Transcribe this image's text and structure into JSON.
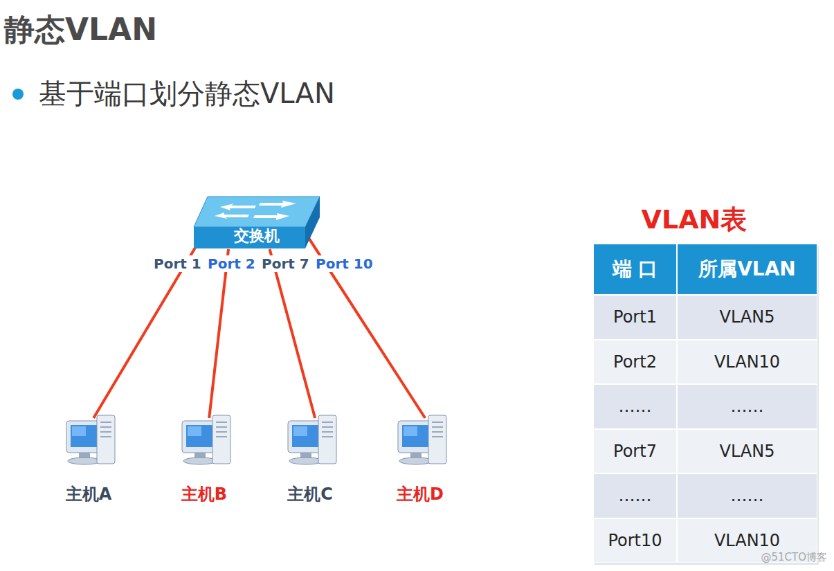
{
  "diagram": {
    "title": "静态VLAN",
    "nodes": [
      {
        "text": [
          "交换机"
        ]
      },
      {
        "text": [
          "主机A"
        ]
      },
      {
        "text": [
          "主机B"
        ]
      },
      {
        "text": [
          "主机C"
        ]
      },
      {
        "text": [
          "主机D"
        ]
      }
    ],
    "edges": [
      {
        "from": 0,
        "to": 1,
        "arrow": "none"
      },
      {
        "from": 0,
        "to": 2,
        "arrow": "none"
      },
      {
        "from": 0,
        "to": 3,
        "arrow": "none"
      },
      {
        "from": 0,
        "to": 4,
        "arrow": "none"
      }
    ],
    "labels": [
      "基于端口划分静态VLAN",
      "Port 1",
      "Port 2",
      "Port 7",
      "Port 10",
      "VLAN表",
      "端 口",
      "所属VLAN",
      "Port1",
      "VLAN5",
      "Port2",
      "VLAN10",
      "……",
      "……",
      "Port7",
      "VLAN5",
      "……",
      "……",
      "Port10",
      "VLAN10",
      "@51CTO博客"
    ]
  }
}
